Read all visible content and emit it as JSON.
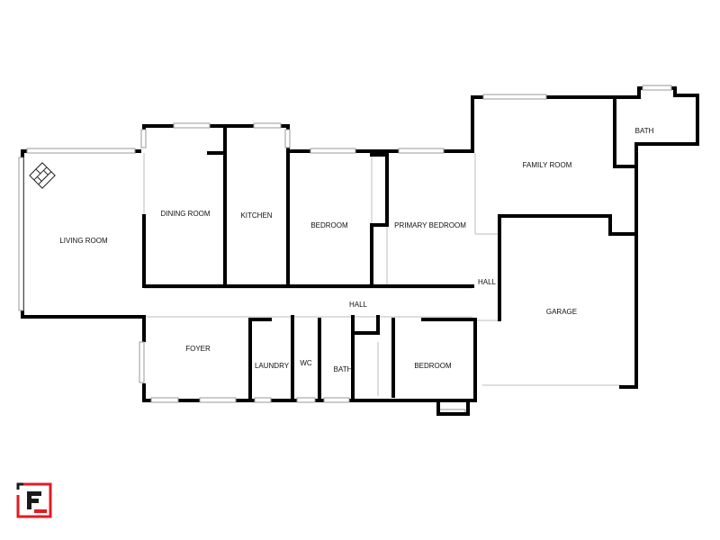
{
  "rooms": {
    "living_room": "LIVING ROOM",
    "dining_room": "DINING ROOM",
    "kitchen": "KITCHEN",
    "bedroom_1": "BEDROOM",
    "primary_bedroom": "PRIMARY BEDROOM",
    "family_room": "FAMILY ROOM",
    "bath_1": "BATH",
    "hall_main": "HALL",
    "hall_side": "HALL",
    "garage": "GARAGE",
    "foyer": "FOYER",
    "laundry": "LAUNDRY",
    "wc": "WC",
    "bath_2": "BATH",
    "bedroom_2": "BEDROOM"
  },
  "colors": {
    "wall": "#000000",
    "window_frame": "#9a9a9a",
    "logo_red": "#e31b23",
    "logo_black": "#1a1a1a"
  },
  "icons": {
    "logo": "floorplan-logo-icon",
    "fireplace": "fireplace-icon"
  }
}
